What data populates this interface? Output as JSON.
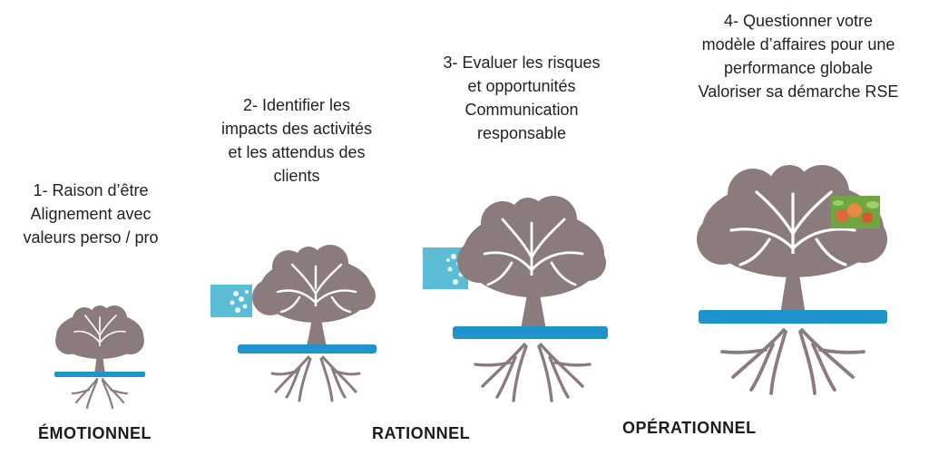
{
  "steps": [
    {
      "lines": [
        "1- Raison d’être",
        "Alignement avec",
        "valeurs perso / pro"
      ]
    },
    {
      "lines": [
        "2- Identifier les",
        "impacts des activités",
        "et les attendus des",
        "clients"
      ]
    },
    {
      "lines": [
        "3- Evaluer les risques",
        "et opportunités",
        "Communication",
        "responsable"
      ]
    },
    {
      "lines": [
        "4- Questionner votre",
        "modèle d’affaires pour une",
        "performance globale",
        "Valoriser sa démarche RSE"
      ]
    }
  ],
  "stage_labels": {
    "emotionnel": "ÉMOTIONNEL",
    "rationnel": "RATIONNEL",
    "operationnel": "OPÉRATIONNEL"
  },
  "colors": {
    "canopy": "#8c7b7c",
    "roots": "#8c7b7c",
    "ground_bar": "#1e93cc",
    "blossom_bg": "#5bbcd6",
    "fruit_bg": "#6fa640"
  }
}
